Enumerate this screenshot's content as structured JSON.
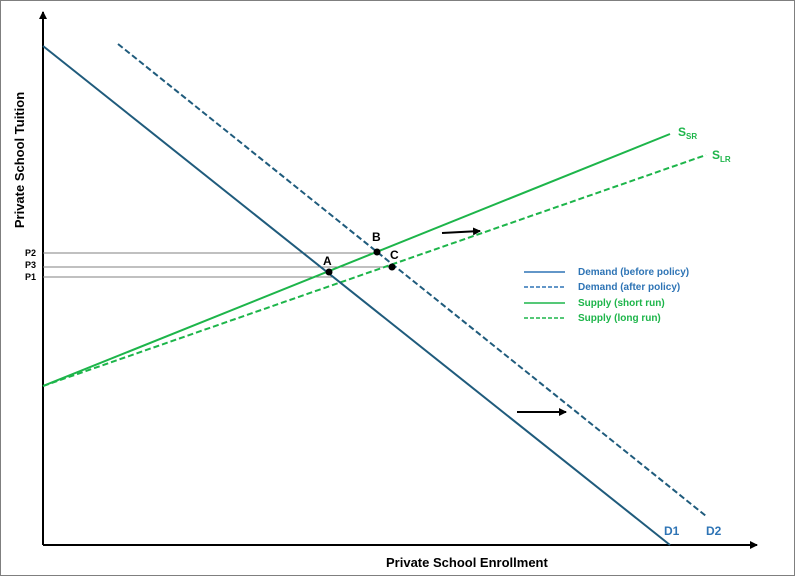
{
  "axes": {
    "x_label": "Private School Enrollment",
    "y_label": "Private School Tuition"
  },
  "prices": {
    "p1": "P1",
    "p2": "P2",
    "p3": "P3"
  },
  "points": {
    "a": "A",
    "b": "B",
    "c": "C"
  },
  "curves": {
    "d1": {
      "label": "D1"
    },
    "d2": {
      "label": "D2"
    },
    "s_sr": {
      "main": "S",
      "sub": "SR"
    },
    "s_lr": {
      "main": "S",
      "sub": "LR"
    }
  },
  "legend": [
    {
      "label": "Demand (before policy)"
    },
    {
      "label": "Demand (after policy)"
    },
    {
      "label": "Supply (short run)"
    },
    {
      "label": "Supply (long run)"
    }
  ],
  "colors": {
    "demand": "#1f5b7c",
    "supply": "#1db54a",
    "legend_demand_text": "#2e74b5",
    "label_blue": "#2e74b5",
    "axis": "#000000",
    "guide": "#808080"
  }
}
